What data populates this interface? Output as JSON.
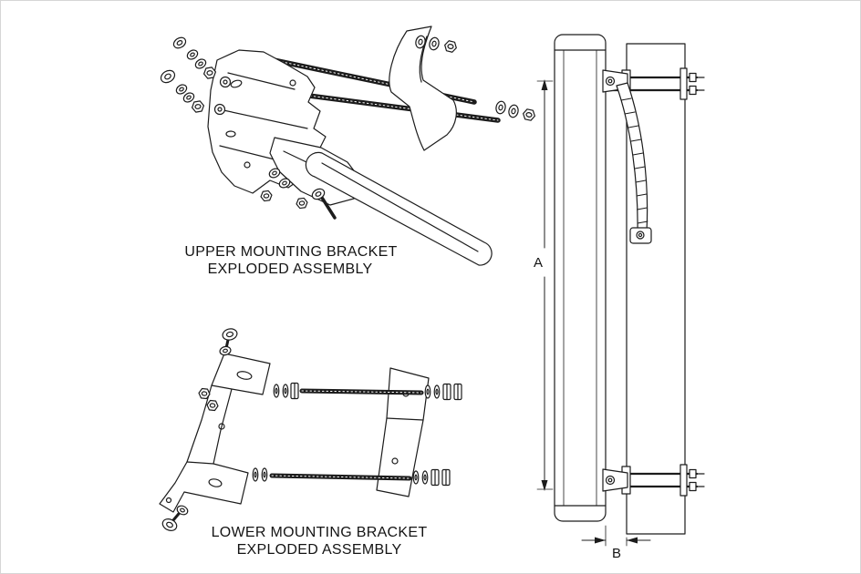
{
  "labels": {
    "upper_line1": "UPPER MOUNTING BRACKET",
    "upper_line2": "EXPLODED ASSEMBLY",
    "lower_line1": "LOWER MOUNTING BRACKET",
    "lower_line2": "EXPLODED ASSEMBLY",
    "dim_a": "A",
    "dim_b": "B"
  },
  "colors": {
    "line": "#1c1c1c",
    "background": "#ffffff"
  }
}
